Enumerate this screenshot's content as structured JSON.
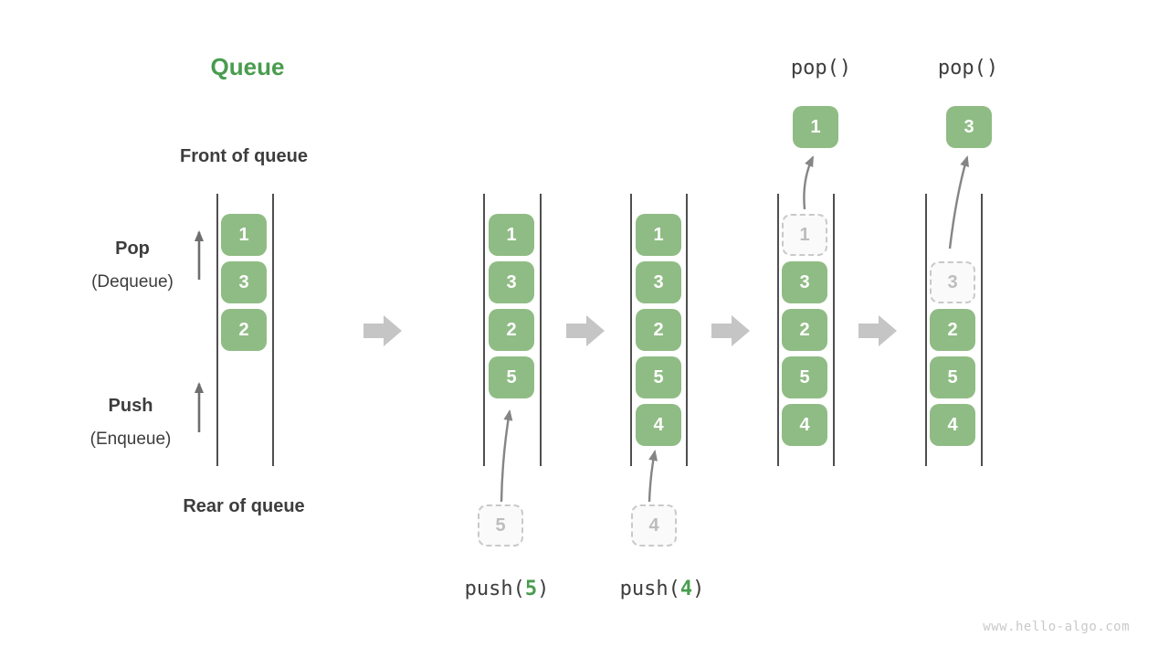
{
  "header": {
    "title": "Queue"
  },
  "labels": {
    "front": "Front of queue",
    "rear": "Rear of queue",
    "pop": "Pop",
    "pop_sub": "(Dequeue)",
    "push": "Push",
    "push_sub": "(Enqueue)"
  },
  "colors": {
    "box-green": "#8fbc84",
    "accent-green": "#499c4e",
    "label-dark": "#3d3d3d",
    "ghost-gray": "#bdbdbd",
    "wall-gray": "#4f4f4f",
    "flow-arrow-gray": "#c5c5c5",
    "watermark-gray": "#c9c9c9"
  },
  "states": [
    {
      "boxes": [
        "1",
        "3",
        "2"
      ]
    },
    {
      "boxes": [
        "1",
        "3",
        "2",
        "5"
      ],
      "pending": "5",
      "op": {
        "pre": "push(",
        "arg": "5",
        "post": ")"
      }
    },
    {
      "boxes": [
        "1",
        "3",
        "2",
        "5",
        "4"
      ],
      "pending": "4",
      "op": {
        "pre": "push(",
        "arg": "4",
        "post": ")"
      }
    },
    {
      "ghost": "1",
      "boxes": [
        "3",
        "2",
        "5",
        "4"
      ],
      "op_label": "pop()",
      "popped": "1"
    },
    {
      "ghost": "3",
      "boxes": [
        "2",
        "5",
        "4"
      ],
      "op_label": "pop()",
      "popped": "3"
    }
  ],
  "watermark": "www.hello-algo.com"
}
